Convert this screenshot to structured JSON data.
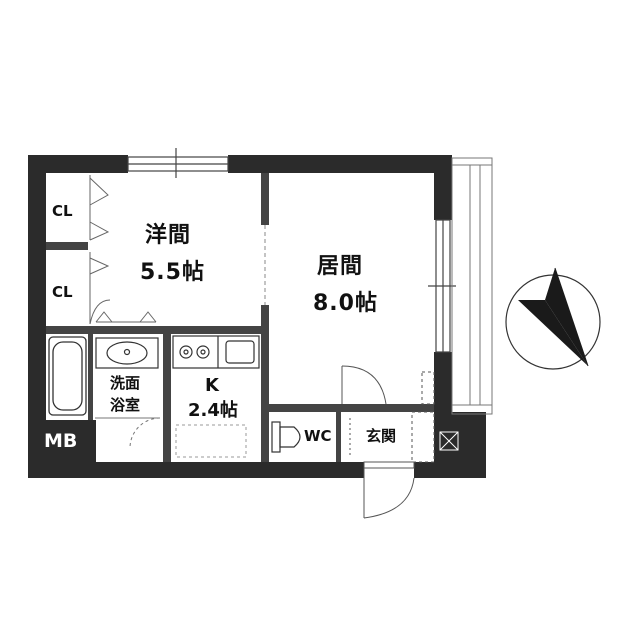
{
  "rooms": {
    "western": {
      "name": "洋間",
      "size": "5.5帖"
    },
    "living": {
      "name": "居間",
      "size": "8.0帖"
    },
    "kitchen": {
      "name": "K",
      "size": "2.4帖"
    },
    "bath": {
      "line1": "洗面",
      "line2": "浴室"
    },
    "closet_upper": "CL",
    "closet_lower": "CL",
    "wc": "WC",
    "entrance": "玄関",
    "meter_box": "MB"
  },
  "colors": {
    "wall": "#2b2b2b",
    "line": "#444444",
    "compass": "#1a1a1a"
  },
  "icons": [
    "compass-icon",
    "bathtub-icon",
    "sink-icon",
    "stove-icon",
    "toilet-icon"
  ]
}
